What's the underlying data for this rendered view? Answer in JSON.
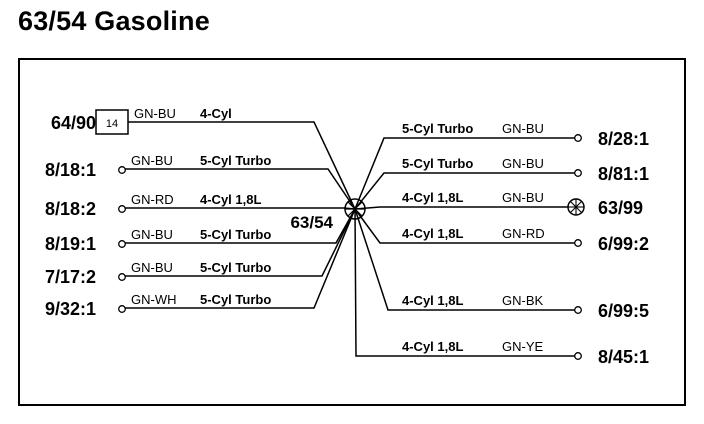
{
  "title": "63/54 Gasoline",
  "hub": {
    "label": "63/54"
  },
  "left_wires": [
    {
      "connector": "64/90",
      "color": "GN-BU",
      "variant": "4-Cyl",
      "terminal": "box",
      "pin": "14"
    },
    {
      "connector": "8/18:1",
      "color": "GN-BU",
      "variant": "5-Cyl Turbo",
      "terminal": "circle"
    },
    {
      "connector": "8/18:2",
      "color": "GN-RD",
      "variant": "4-Cyl 1,8L",
      "terminal": "circle"
    },
    {
      "connector": "8/19:1",
      "color": "GN-BU",
      "variant": "5-Cyl Turbo",
      "terminal": "circle"
    },
    {
      "connector": "7/17:2",
      "color": "GN-BU",
      "variant": "5-Cyl Turbo",
      "terminal": "circle"
    },
    {
      "connector": "9/32:1",
      "color": "GN-WH",
      "variant": "5-Cyl Turbo",
      "terminal": "circle"
    }
  ],
  "right_wires": [
    {
      "connector": "8/28:1",
      "color": "GN-BU",
      "variant": "5-Cyl Turbo",
      "terminal": "circle"
    },
    {
      "connector": "8/81:1",
      "color": "GN-BU",
      "variant": "5-Cyl Turbo",
      "terminal": "circle"
    },
    {
      "connector": "63/99",
      "color": "GN-BU",
      "variant": "4-Cyl 1,8L",
      "terminal": "ground"
    },
    {
      "connector": "6/99:2",
      "color": "GN-RD",
      "variant": "4-Cyl 1,8L",
      "terminal": "circle"
    },
    {
      "connector": "6/99:5",
      "color": "GN-BK",
      "variant": "4-Cyl 1,8L",
      "terminal": "circle"
    },
    {
      "connector": "8/45:1",
      "color": "GN-YE",
      "variant": "4-Cyl 1,8L",
      "terminal": "circle"
    }
  ]
}
